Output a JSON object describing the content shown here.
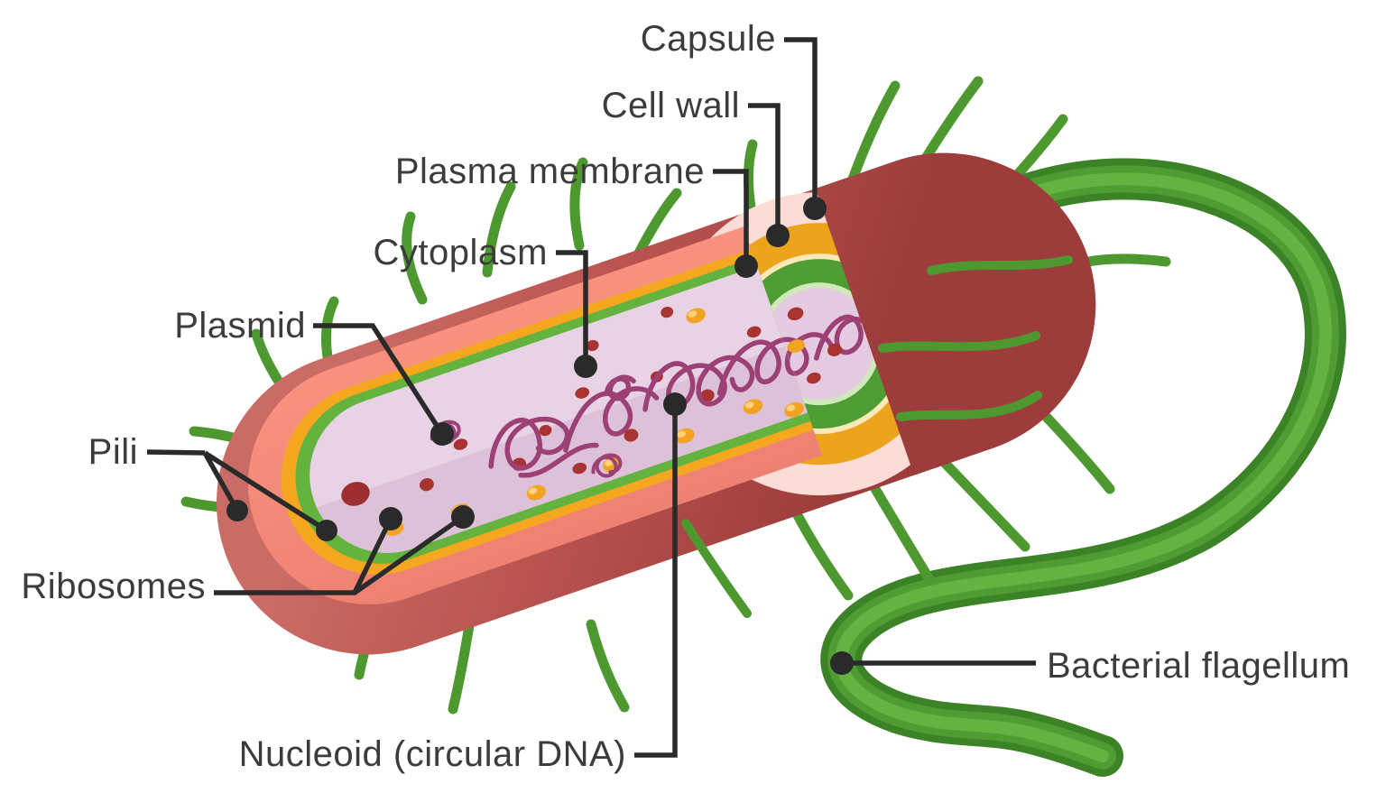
{
  "labels": {
    "capsule": "Capsule",
    "cell_wall": "Cell wall",
    "plasma_membrane": "Plasma membrane",
    "cytoplasm": "Cytoplasm",
    "plasmid": "Plasmid",
    "pili": "Pili",
    "ribosomes": "Ribosomes",
    "nucleoid": "Nucleoid (circular DNA)",
    "flagellum": "Bacterial flagellum"
  },
  "palette": {
    "body_red_light": "#ca6c66",
    "body_red_mid": "#bb5552",
    "body_red_dark": "#9d3d3b",
    "capsule_pink": "#fbdcd7",
    "capsule_cut_salmon": "#f6897a",
    "cell_wall_orange": "#eca41d",
    "cream_line": "#fce9b8",
    "membrane_green": "#4f9d35",
    "membrane_green_pale": "#cfe9bb",
    "cytoplasm_wall": "#e8d2e5",
    "cytoplasm_floor": "#dcc1d8",
    "nucleoid_purple": "#9c4076",
    "ribosome_orange": "#f2a322",
    "ribosome_highlight": "#ffd27b",
    "dot_red": "#a93331",
    "pili_green": "#4d9930",
    "flagellum_green": "#4f9c33",
    "label_text": "#3c3c3c",
    "leader_line": "#2a2a2a"
  }
}
